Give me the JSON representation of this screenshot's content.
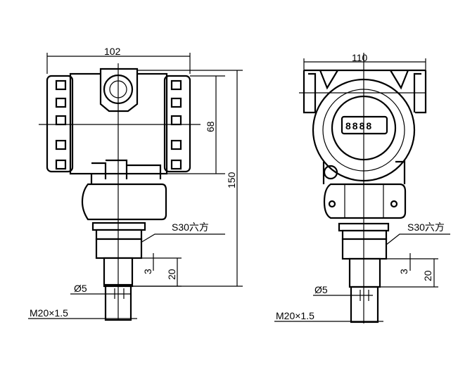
{
  "side_view": {
    "width_dim": "102",
    "height_dim": "68",
    "total_dim": "150",
    "hex_label": "S30六方",
    "thread_len_dim": "20",
    "thread_relief_dim": "3",
    "bore_dim": "Ø5",
    "thread_label": "M20×1.5"
  },
  "front_view": {
    "width_dim": "110",
    "display_digits": "8888",
    "hex_label": "S30六方",
    "thread_len_dim": "20",
    "thread_relief_dim": "3",
    "bore_dim": "Ø5",
    "thread_label": "M20×1.5"
  }
}
